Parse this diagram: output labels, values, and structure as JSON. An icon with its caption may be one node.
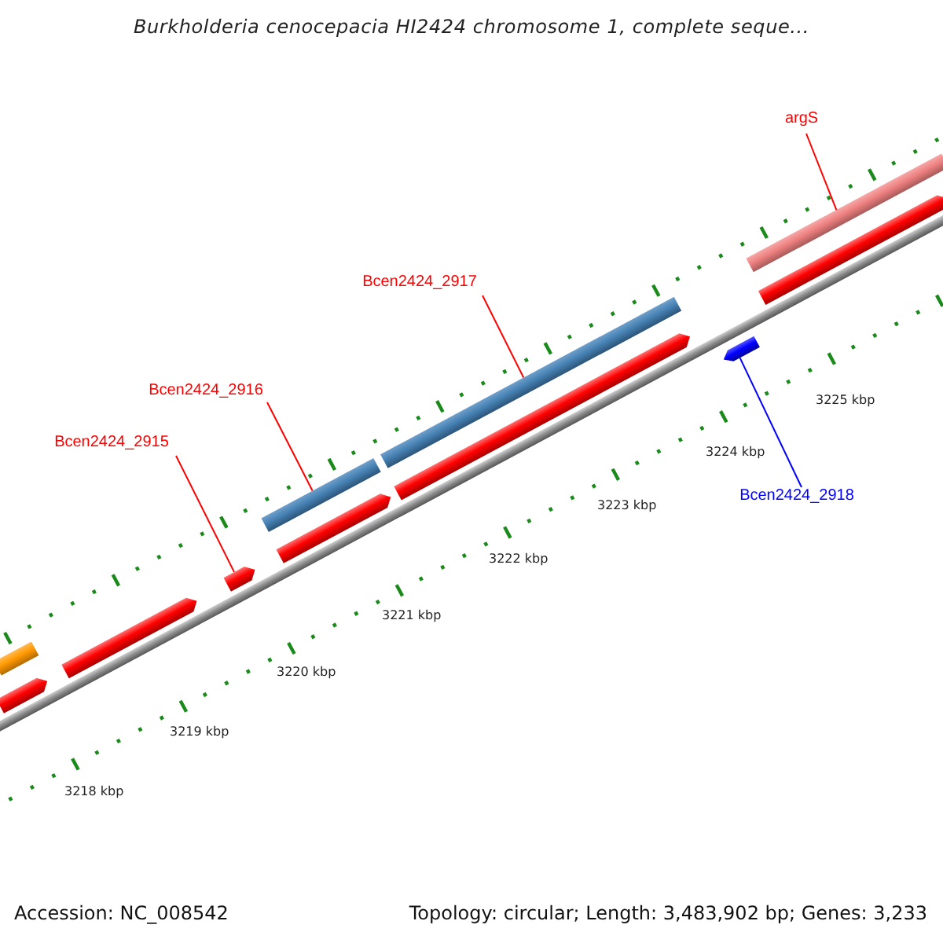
{
  "diagram": {
    "title": "Burkholderia cenocepacia HI2424 chromosome 1, complete seque...",
    "nodes": [
      {
        "text": [
          "argS"
        ]
      },
      {
        "text": [
          "Bcen2424_2917"
        ]
      },
      {
        "text": [
          "Bcen2424_2916"
        ]
      },
      {
        "text": [
          "Bcen2424_2915"
        ]
      },
      {
        "text": [
          "Bcen2424_2918"
        ]
      },
      {
        "text": [],
        "shape": "bar"
      },
      {
        "text": [],
        "shape": "bar"
      },
      {
        "text": [],
        "shape": "bar"
      },
      {
        "text": [],
        "shape": "bar"
      },
      {
        "text": [],
        "shape": "bar"
      },
      {
        "text": [],
        "shape": "bar"
      },
      {
        "text": [],
        "shape": "bar"
      },
      {
        "text": [],
        "shape": "bar"
      },
      {
        "text": [],
        "shape": "bar"
      },
      {
        "text": [],
        "shape": "bar"
      },
      {
        "text": [],
        "shape": "bar"
      }
    ],
    "edges": [
      {
        "from": 0,
        "to": 15,
        "arrow": "none"
      },
      {
        "from": 1,
        "to": 11,
        "arrow": "none"
      },
      {
        "from": 2,
        "to": 9,
        "arrow": "none"
      },
      {
        "from": 3,
        "to": 8,
        "arrow": "none"
      },
      {
        "from": 4,
        "to": 13,
        "arrow": "none",
        "color": "#0000ff"
      }
    ],
    "labels": [
      "3225 kbp",
      "3224 kbp",
      "3223 kbp",
      "3222 kbp",
      "3221 kbp",
      "3220 kbp",
      "3219 kbp",
      "3218 kbp",
      "Accession: NC_008542",
      "Topology: circular; Length: 3,483,902 bp; Genes: 3,233"
    ]
  }
}
